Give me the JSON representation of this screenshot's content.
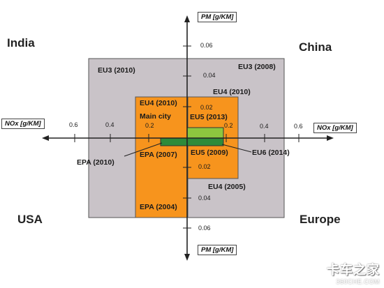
{
  "regions": {
    "india": "India",
    "china": "China",
    "usa": "USA",
    "europe": "Europe"
  },
  "axes": {
    "pm_top": "PM [g/KM]",
    "pm_bottom": "PM [g/KM]",
    "nox_left": "NOx [g/KM]",
    "nox_right": "NOx [g/KM]"
  },
  "ticks": {
    "pm_up": [
      "0.06",
      "0.04",
      "0.02"
    ],
    "pm_down": [
      "0.02",
      "0.04",
      "0.06"
    ],
    "nox_left": [
      "0.6",
      "0.4",
      "0.2"
    ],
    "nox_right": [
      "0.2",
      "0.4",
      "0.6"
    ]
  },
  "standards": {
    "eu3_2010": "EU3 (2010)",
    "eu3_2008": "EU3 (2008)",
    "eu4_2010_india": "EU4 (2010)",
    "eu4_2010_china": "EU4 (2010)",
    "main_city": "Main city",
    "eu5_2013": "EU5 (2013)",
    "epa_2010": "EPA (2010)",
    "epa_2007": "EPA (2007)",
    "eu5_2009": "EU5 (2009)",
    "eu6_2014": "EU6 (2014)",
    "eu4_2005": "EU4 (2005)",
    "epa_2004": "EPA (2004)"
  },
  "colors": {
    "eu3_box": "#c9c3c8",
    "orange": "#f7941d",
    "light_green": "#8dc63f",
    "dark_green": "#2e8b3a",
    "axis": "#222222"
  },
  "watermark": {
    "main": "卡车之家",
    "sub": "360CHE.COM"
  }
}
